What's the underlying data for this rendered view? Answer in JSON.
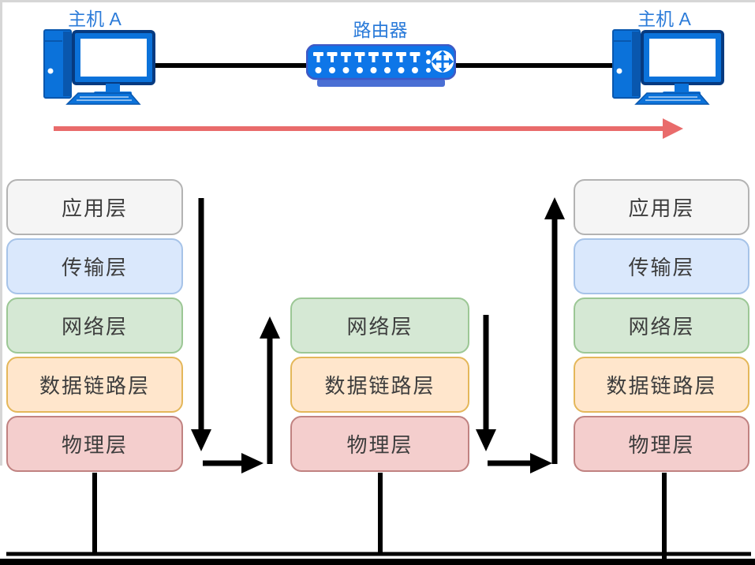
{
  "top": {
    "host_left": {
      "label": "主机 A",
      "icon": "desktop-computer-icon"
    },
    "router": {
      "label": "路由器",
      "icon": "router-icon"
    },
    "host_right": {
      "label": "主机 A",
      "icon": "desktop-computer-icon"
    }
  },
  "stacks": {
    "left": {
      "layers": [
        {
          "label": "应用层",
          "color": "#f5f5f5"
        },
        {
          "label": "传输层",
          "color": "#dae8fc"
        },
        {
          "label": "网络层",
          "color": "#d5e8d4"
        },
        {
          "label": "数据链路层",
          "color": "#ffe6cc"
        },
        {
          "label": "物理层",
          "color": "#f4cecd"
        }
      ]
    },
    "middle": {
      "layers": [
        {
          "label": "网络层",
          "color": "#d5e8d4"
        },
        {
          "label": "数据链路层",
          "color": "#ffe6cc"
        },
        {
          "label": "物理层",
          "color": "#f4cecd"
        }
      ]
    },
    "right": {
      "layers": [
        {
          "label": "应用层",
          "color": "#f5f5f5"
        },
        {
          "label": "传输层",
          "color": "#dae8fc"
        },
        {
          "label": "网络层",
          "color": "#d5e8d4"
        },
        {
          "label": "数据链路层",
          "color": "#ffe6cc"
        },
        {
          "label": "物理层",
          "color": "#f4cecd"
        }
      ]
    }
  },
  "colors": {
    "device_blue": "#0c75dd",
    "label_blue": "#2b7bd9",
    "flow_arrow_red": "#e96b6b",
    "line_black": "#000000",
    "layer_gray_border": "#b3b3b3",
    "layer_blue_border": "#a6c3e8",
    "layer_green_border": "#9cc795",
    "layer_orange_border": "#e4b75a",
    "layer_pink_border": "#c08281"
  }
}
